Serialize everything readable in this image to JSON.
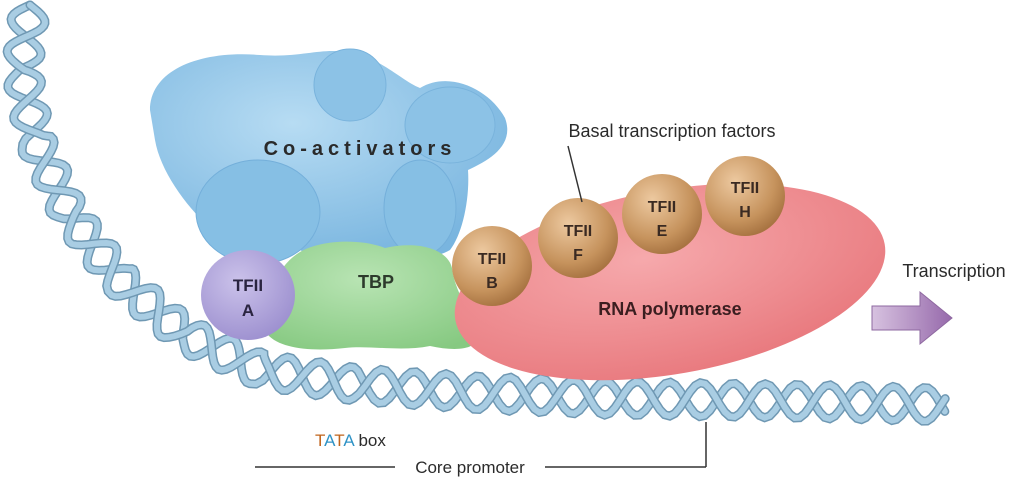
{
  "diagram": {
    "coactivators_label": "Co-activators",
    "basal_factors_label": "Basal transcription factors",
    "tbp_label": "TBP",
    "tfiia": {
      "line1": "TFII",
      "line2": "A"
    },
    "tfiib": {
      "line1": "TFII",
      "line2": "B"
    },
    "tfiif": {
      "line1": "TFII",
      "line2": "F"
    },
    "tfiie": {
      "line1": "TFII",
      "line2": "E"
    },
    "tfiih": {
      "line1": "TFII",
      "line2": "H"
    },
    "rna_polymerase_label": "RNA polymerase",
    "transcription_label": "Transcription",
    "tata_letters": {
      "t1": "T",
      "a1": "A",
      "t2": "T",
      "a2": "A"
    },
    "tata_box_word": " box",
    "core_promoter_label": "Core promoter",
    "colors": {
      "dna_strand": "#a9cde3",
      "coactivators": "#8ec4e6",
      "tbp": "#9fd79a",
      "tfiia": "#b3a7dc",
      "basal_factor": "#c99660",
      "rna_polymerase": "#ee8a8f",
      "transcription_arrow": "#a883b6",
      "tata_t": "#c0641c",
      "tata_a": "#2f93c6"
    }
  }
}
